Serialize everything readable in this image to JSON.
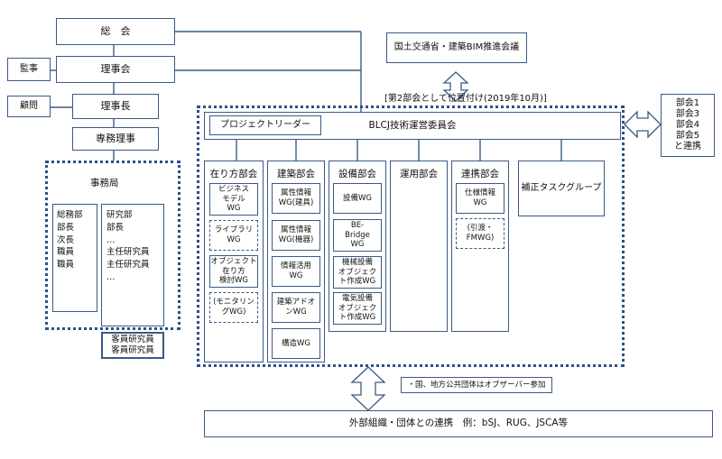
{
  "general_meeting": "総　会",
  "board": "理事会",
  "auditor": "監事",
  "chairman": "理事長",
  "advisor": "顧問",
  "executive_director": "専務理事",
  "secretariat": {
    "title": "事務局",
    "general_affairs": "総務部\n部長\n次長\n職員\n職員",
    "research": "研究部\n部長\n…\n主任研究員\n主任研究員\n…",
    "visiting": "客員研究員\n客員研究員"
  },
  "mlit_council": "国土交通省・建築BIM推進会議",
  "positioning": "[第2部会として位置付け(2019年10月)]",
  "committee": {
    "project_leader": "プロジェクトリーダー",
    "title": "BLCJ技術運営委員会"
  },
  "other_subcommittees": "部会1\n部会3\n部会4\n部会5\nと連携",
  "divisions": [
    {
      "title": "在り方部会",
      "wgs": [
        "ビジネス\nモデル\nWG",
        "ライブラリ\nWG",
        "オブジェクト在り方\n検討WG",
        "(モニタリン\nグWG)"
      ]
    },
    {
      "title": "建築部会",
      "wgs": [
        "属性情報\nWG(建具)",
        "属性情報\nWG(機器)",
        "情報活用\nWG",
        "建築アドオ\nンWG",
        "構造WG"
      ]
    },
    {
      "title": "設備部会",
      "wgs": [
        "設備WG",
        "BE-\nBridge\nWG",
        "機械設備\nオブジェク\nト作成WG",
        "電気設備\nオブジェク\nト作成WG"
      ]
    },
    {
      "title": "運用部会",
      "wgs": []
    },
    {
      "title": "連携部会",
      "wgs": [
        "仕様情報\nWG",
        "(引渡・\nFMWG)"
      ]
    }
  ],
  "correction_task_group": "補正タスクグループ",
  "observer_note": "・国、地方公共団体はオブザーバー参加",
  "external": "外部組織・団体との連携　例：bSJ、RUG、JSCA等"
}
